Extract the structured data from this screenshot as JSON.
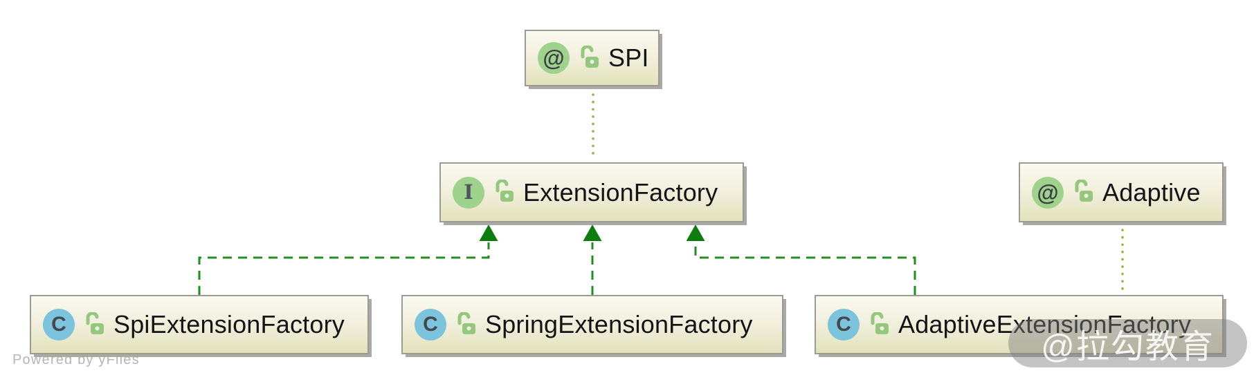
{
  "diagram_type": "uml-class-diagram",
  "nodes": {
    "spi": {
      "label": "SPI",
      "stereotype": "annotation",
      "visibility": "public"
    },
    "extension_factory": {
      "label": "ExtensionFactory",
      "stereotype": "interface",
      "visibility": "public"
    },
    "adaptive": {
      "label": "Adaptive",
      "stereotype": "annotation",
      "visibility": "public"
    },
    "spi_extension_factory": {
      "label": "SpiExtensionFactory",
      "stereotype": "class",
      "visibility": "public"
    },
    "spring_extension_factory": {
      "label": "SpringExtensionFactory",
      "stereotype": "class",
      "visibility": "public"
    },
    "adaptive_extension_factory": {
      "label": "AdaptiveExtensionFactory",
      "stereotype": "class",
      "visibility": "public"
    }
  },
  "icons": {
    "annotation_glyph": "@",
    "interface_glyph": "I",
    "class_glyph": "C",
    "lock_icon": "open-lock-public-visibility"
  },
  "edges": [
    {
      "from": "SpiExtensionFactory",
      "to": "ExtensionFactory",
      "type": "realization",
      "style": "green-dashed-solid-triangle"
    },
    {
      "from": "SpringExtensionFactory",
      "to": "ExtensionFactory",
      "type": "realization",
      "style": "green-dashed-solid-triangle"
    },
    {
      "from": "AdaptiveExtensionFactory",
      "to": "ExtensionFactory",
      "type": "realization",
      "style": "green-dashed-solid-triangle"
    },
    {
      "from": "SPI",
      "to": "ExtensionFactory",
      "type": "annotation-link",
      "style": "olive-dotted"
    },
    {
      "from": "Adaptive",
      "to": "AdaptiveExtensionFactory",
      "type": "annotation-link",
      "style": "olive-dotted"
    }
  ],
  "watermark": {
    "text": "@拉勾教育"
  },
  "footer": {
    "powered_by": "Powered by yFiles"
  },
  "colors": {
    "realization_edge": "#1f8f1f",
    "realization_arrowhead": "#0d7d0d",
    "annotation_edge": "#a2a93a",
    "class_badge": "#7cc4dd",
    "annotation_badge": "#9fd28c",
    "lock": "#95c77e",
    "node_fill_top": "#fbfaf1",
    "node_fill_bottom": "#e3e2bc",
    "node_border": "#9b9b93"
  }
}
